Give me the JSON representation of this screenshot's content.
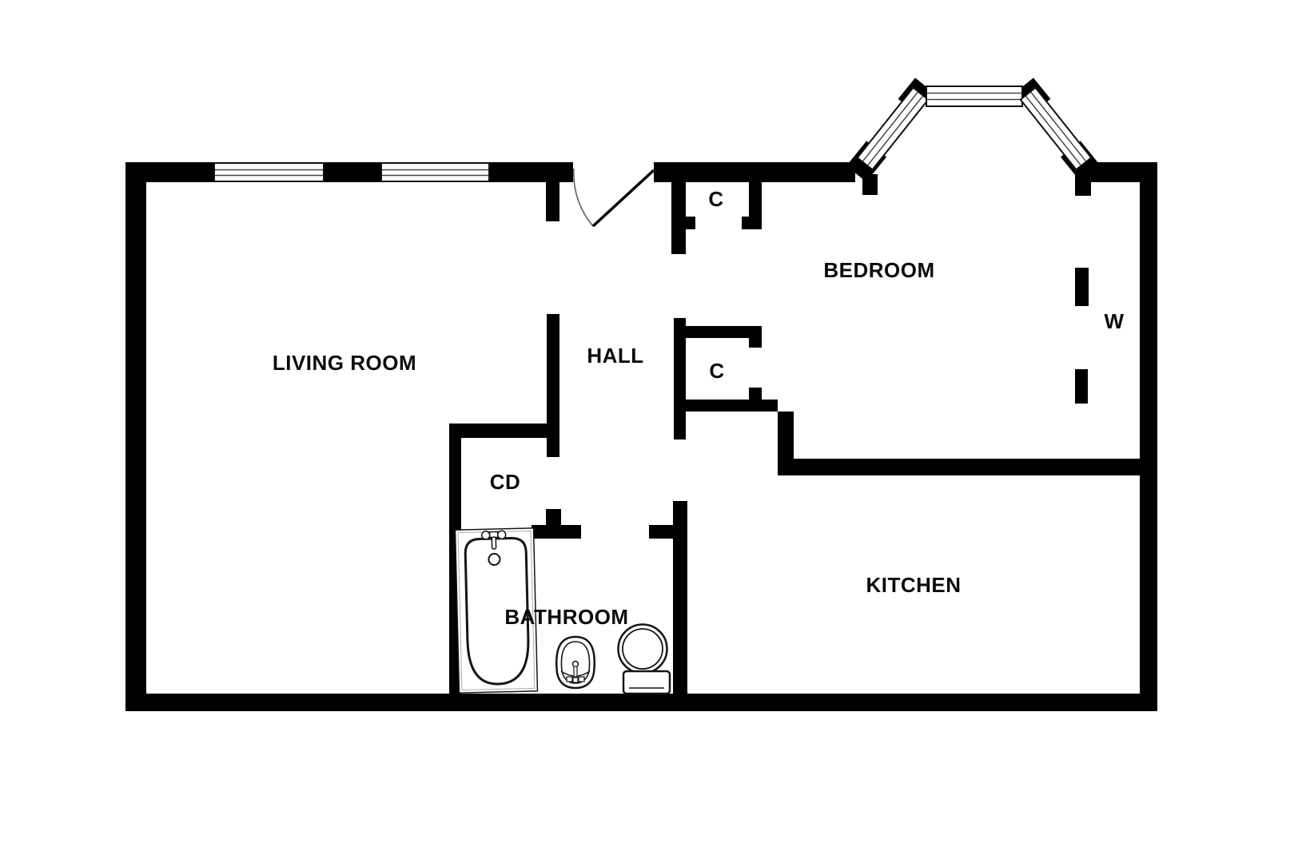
{
  "floor_plan": {
    "background_color": "#ffffff",
    "wall_color": "#000000",
    "labels": {
      "living_room": "LIVING ROOM",
      "hall": "HALL",
      "bedroom": "BEDROOM",
      "kitchen": "KITCHEN",
      "bathroom": "BATHROOM",
      "closet_cd": "CD",
      "closet_upper_c": "C",
      "closet_lower_c": "C",
      "wardrobe_w": "W"
    },
    "fixtures": [
      "bathtub",
      "sink",
      "toilet"
    ],
    "features": [
      "entry-door-swing",
      "bay-window",
      "living-room-windows",
      "wardrobe-dashed-partition"
    ]
  }
}
